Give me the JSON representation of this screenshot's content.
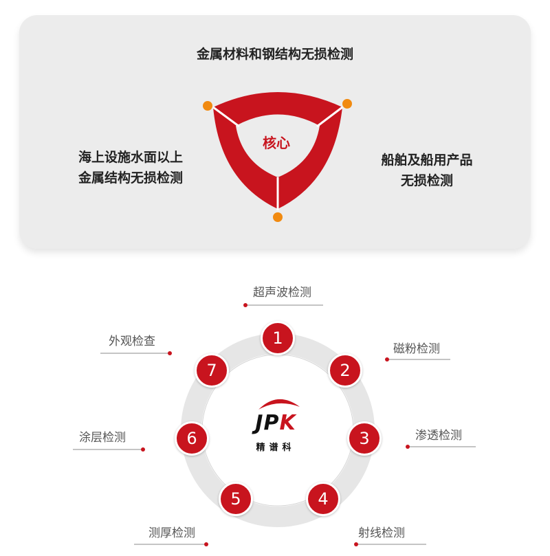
{
  "top_diagram": {
    "caption_top": "金属材料和钢结构无损检测",
    "caption_left_line1": "海上设施水面以上",
    "caption_left_line2": "金属结构无损检测",
    "caption_right_line1": "船舶及船用产品",
    "caption_right_line2": "无损检测",
    "core_label": "核心",
    "colors": {
      "red": "#c8141e",
      "orange": "#f18a10",
      "card": "#ececec"
    }
  },
  "wheel": {
    "logo": {
      "mark_j": "J",
      "mark_p": "P",
      "mark_k": "K",
      "name": "精谱科"
    },
    "items": [
      {
        "number": "1",
        "label": "超声波检测"
      },
      {
        "number": "2",
        "label": "磁粉检测"
      },
      {
        "number": "3",
        "label": "渗透检测"
      },
      {
        "number": "4",
        "label": "射线检测"
      },
      {
        "number": "5",
        "label": "测厚检测"
      },
      {
        "number": "6",
        "label": "涂层检测"
      },
      {
        "number": "7",
        "label": "外观检查"
      }
    ]
  }
}
